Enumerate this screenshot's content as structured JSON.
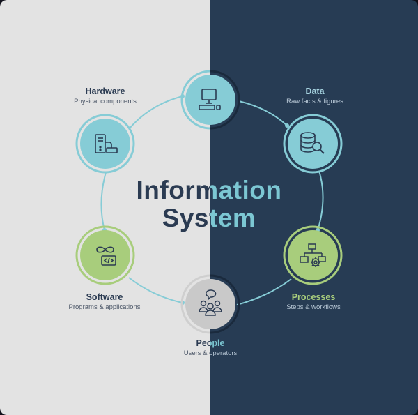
{
  "title": {
    "line1": "Information",
    "line2": "System"
  },
  "colors": {
    "left_bg": "#e3e3e3",
    "right_bg": "#273c54",
    "teal": "#86ccd6",
    "green": "#a8cd7c",
    "gray": "#c9c9c9",
    "navy_text": "#2b3b52",
    "connector": "#86ccd6"
  },
  "nodes": [
    {
      "id": "hardware",
      "label": "Hardware",
      "sublabel": "Physical components",
      "icon": "server-keyboard-icon",
      "fill": "#86ccd6"
    },
    {
      "id": "computer",
      "label": "",
      "sublabel": "",
      "icon": "desktop-computer-icon",
      "fill": "#86ccd6"
    },
    {
      "id": "data",
      "label": "Data",
      "sublabel": "Raw facts & figures",
      "icon": "database-search-icon",
      "fill": "#86ccd6"
    },
    {
      "id": "processes",
      "label": "Processes",
      "sublabel": "Steps & workflows",
      "icon": "flowchart-gear-icon",
      "fill": "#a8cd7c"
    },
    {
      "id": "people",
      "label": "People",
      "sublabel": "Users & operators",
      "icon": "people-chat-icon",
      "fill": "#c9c9c9"
    },
    {
      "id": "software",
      "label": "Software",
      "sublabel": "Programs & applications",
      "icon": "infinity-code-icon",
      "fill": "#a8cd7c"
    }
  ]
}
